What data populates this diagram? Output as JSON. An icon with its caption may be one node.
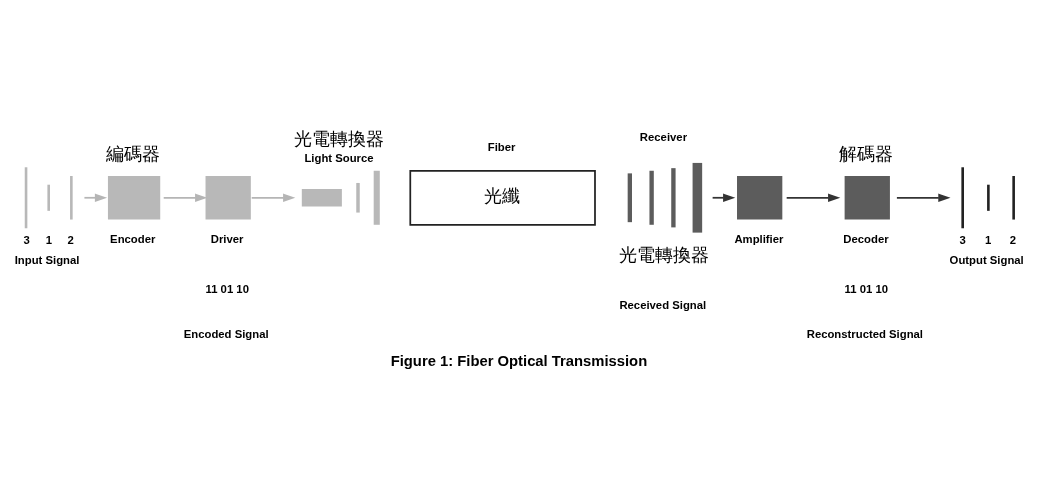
{
  "diagram": {
    "caption": "Figure 1: Fiber Optical Transmission",
    "nodes": [
      {
        "text": [
          "3",
          "1",
          "2",
          "Input Signal"
        ]
      },
      {
        "text": [
          "編碼器",
          "Encoder"
        ]
      },
      {
        "text": [
          "Driver"
        ]
      },
      {
        "text": [
          "光電轉換器",
          "Light Source"
        ]
      },
      {
        "text": [
          "Fiber",
          "光纖"
        ]
      },
      {
        "text": [
          "Receiver",
          "光電轉換器"
        ]
      },
      {
        "text": [
          "Amplifier"
        ]
      },
      {
        "text": [
          "解碼器",
          "Decoder"
        ]
      },
      {
        "text": [
          "3",
          "1",
          "2",
          "Output Signal"
        ]
      }
    ],
    "edges": [
      {
        "from": 0,
        "to": 1,
        "arrow": "to",
        "color": "#b5b5b5"
      },
      {
        "from": 1,
        "to": 2,
        "arrow": "to",
        "color": "#b5b5b5"
      },
      {
        "from": 2,
        "to": 3,
        "arrow": "to",
        "color": "#b5b5b5"
      },
      {
        "from": 5,
        "to": 6,
        "arrow": "to",
        "color": "#333333"
      },
      {
        "from": 6,
        "to": 7,
        "arrow": "to",
        "color": "#333333"
      },
      {
        "from": 7,
        "to": 8,
        "arrow": "to",
        "color": "#333333"
      }
    ],
    "labels": [
      "11 01 10",
      "Received Signal",
      "11 01 10",
      "Encoded Signal",
      "Reconstructed Signal"
    ]
  }
}
